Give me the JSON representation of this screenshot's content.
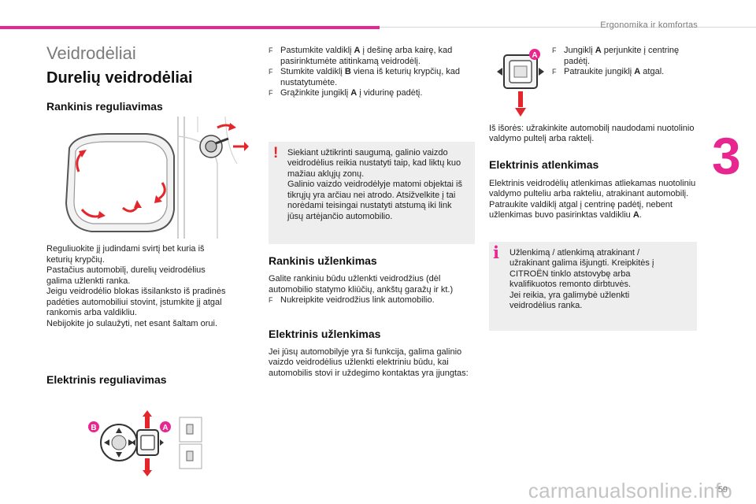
{
  "colors": {
    "accent": "#e8268f",
    "warning": "#e3262c"
  },
  "header": {
    "title": "Ergonomika ir komfortas",
    "chapter": "3"
  },
  "page_number": "59",
  "watermark": "carmanualsonline.info",
  "col1": {
    "h1": "Veidrodėliai",
    "h2": "Durelių veidrodėliai",
    "manual_heading": "Rankinis reguliavimas",
    "manual_lines": [
      "Reguliuokite jį judindami svirtį bet kuria iš",
      "keturių krypčių.",
      "Pastačius automobilį, durelių veidrodėlius",
      "galima užlenkti ranka.",
      "Jeigu veidrodėlio blokas išsilanksto iš pradinės",
      "padėties automobiliui stovint, įstumkite jį atgal",
      "rankomis arba valdikliu.",
      "Nebijokite jo sulaužyti, net esant šaltam orui."
    ],
    "electric_heading": "Elektrinis reguliavimas",
    "label_a": "A",
    "label_b": "B"
  },
  "col2": {
    "bullets": [
      {
        "mark": "F",
        "pre": "Pastumkite valdiklį ",
        "bold": "A",
        "post": " į dešinę arba kairę, kad pasirinktumėte atitinkamą veidrodėlį."
      },
      {
        "mark": "F",
        "pre": "Stumkite valdiklį ",
        "bold": "B",
        "post": " viena iš keturių krypčių, kad nustatytumėte."
      },
      {
        "mark": "F",
        "pre": "Grąžinkite jungiklį ",
        "bold": "A",
        "post": " į vidurinę padėtį."
      }
    ],
    "warning_mark": "!",
    "warning_text": "Siekiant užtikrinti saugumą, galinio vaizdo veidrodėlius reikia nustatyti taip, kad liktų kuo mažiau aklųjų zonų.",
    "warning_text2": "Galinio vaizdo veidrodėlyje matomi objektai iš tikrųjų yra arčiau nei atrodo. Atsižvelkite į tai norėdami teisingai nustatyti atstumą iki link jūsų artėjančio automobilio.",
    "manual_fold_heading": "Rankinis užlenkimas",
    "manual_fold_text": "Galite rankiniu būdu užlenkti veidrodžius (dėl automobilio statymo kliūčių, ankštų garažų ir kt.)",
    "manual_fold_bullet": {
      "mark": "F",
      "text": "Nukreipkite veidrodžius link automobilio."
    },
    "electric_fold_heading": "Elektrinis užlenkimas",
    "electric_fold_text": "Jei jūsų automobilyje yra ši funkcija, galima galinio vaizdo veidrodėlius užlenkti elektriniu būdu, kai automobilis stovi ir uždegimo kontaktas yra įjungtas:"
  },
  "col3": {
    "label_a": "A",
    "bullets": [
      {
        "mark": "F",
        "pre": "Jungiklį ",
        "bold": "A",
        "post": " perjunkite į centrinę padėtį."
      },
      {
        "mark": "F",
        "pre": "Patraukite jungiklį ",
        "bold": "A",
        "post": " atgal."
      }
    ],
    "outside_text": "Iš išorės: užrakinkite automobilį naudodami nuotolinio valdymo pultelį arba raktelį.",
    "unfold_heading": "Elektrinis atlenkimas",
    "unfold_pre": "Elektrinis veidrodėlių atlenkimas atliekamas nuotoliniu valdymo pulteliu arba rakteliu, atrakinant automobilį. Patraukite valdiklį atgal į centrinę padėtį, nebent užlenkimas buvo pasirinktas valdikliu ",
    "unfold_bold": "A",
    "unfold_post": ".",
    "info_mark": "i",
    "info_text": "Užlenkimą / atlenkimą atrakinant / užrakinant galima išjungti. Kreipkitės į CITROËN tinklo atstovybę arba kvalifikuotos remonto dirbtuvės.",
    "info_text2": "Jei reikia, yra galimybė užlenkti veidrodėlius ranka."
  }
}
